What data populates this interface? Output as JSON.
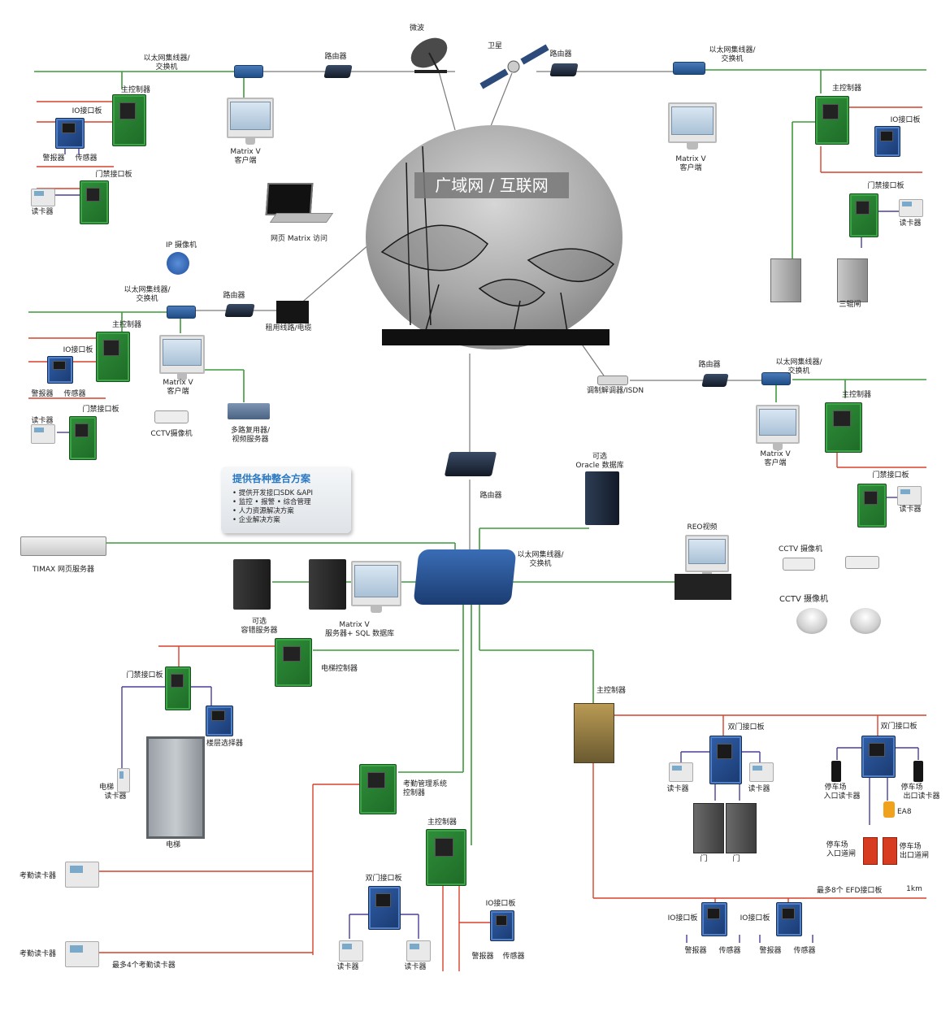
{
  "diagram": {
    "wan_title": "广域网 / 互联网",
    "labels": {
      "microwave": "微波",
      "satellite": "卫星",
      "router": "路由器",
      "eth_switch_l1": "以太网集线器/",
      "eth_switch_l2": "交换机",
      "main_controller": "主控制器",
      "io_board": "IO接口板",
      "alarm": "警报器",
      "sensor": "传感器",
      "door_board": "门禁接口板",
      "card_reader": "读卡器",
      "matrix_l1": "Matrix V",
      "matrix_l2": "客户端",
      "web_matrix": "网页 Matrix 访问",
      "ip_camera": "IP 摄像机",
      "leased_line": "租用线路/电缆",
      "cctv_camera": "CCTV摄像机",
      "mux_l1": "多路复用器/",
      "mux_l2": "视频服务器",
      "turnstile": "三辊闸",
      "modem": "调制解调器/ISDN",
      "oracle_l1": "可选",
      "oracle_l2": "Oracle 数据库",
      "timax": "TIMAX 网页服务器",
      "fault_l1": "可选",
      "fault_l2": "容错服务器",
      "matrix_server_l1": "Matrix V",
      "matrix_server_l2": "服务器+ SQL 数据库",
      "reo": "REO视频",
      "cctv_camera_2": "CCTV 摄像机",
      "cctv_camera_3": "CCTV 摄像机",
      "elevator_controller": "电梯控制器",
      "floor_selector": "楼层选择器",
      "elevator_reader_l1": "电梯",
      "elevator_reader_l2": "读卡器",
      "elevator": "电梯",
      "attendance_l1": "考勤管理系统",
      "attendance_l2": "控制器",
      "attendance_reader": "考勤读卡器",
      "max_attendance": "最多4个考勤读卡器",
      "dual_door_board": "双门接口板",
      "door": "门",
      "parking_in_reader_l1": "停车场",
      "parking_in_reader_l2": "入口读卡器",
      "parking_out_reader_l1": "停车场",
      "parking_out_reader_l2": "出口读卡器",
      "ea8": "EA8",
      "parking_in_gate_l1": "停车场",
      "parking_in_gate_l2": "入口道闸",
      "parking_out_gate_l1": "停车场",
      "parking_out_gate_l2": "出口道闸",
      "max_efd": "最多8个 EFD接口板",
      "distance": "1km"
    },
    "solutions": {
      "title": "提供各种整合方案",
      "items": [
        "• 提供开发接口SDK &API",
        "• 监控 • 报警 • 综合管理",
        "• 人力资源解决方案",
        "• 企业解决方案"
      ]
    },
    "colors": {
      "ethernet": "#3f9a3a",
      "rs485": "#d8412b",
      "wiegand": "#4a3f9a",
      "wan": "#7a7a7a"
    }
  }
}
